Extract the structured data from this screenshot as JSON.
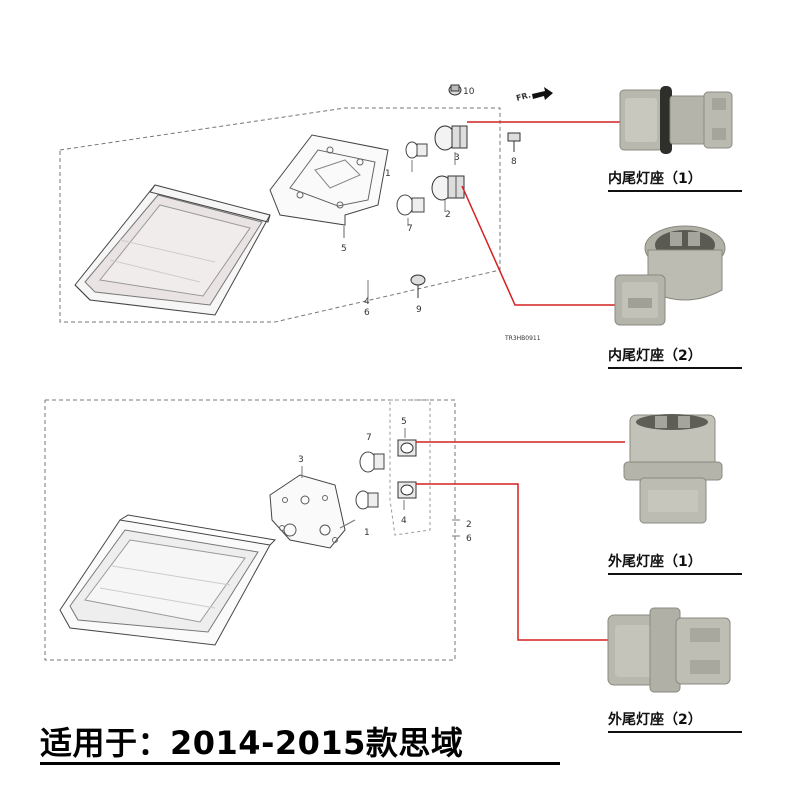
{
  "upper_diagram": {
    "part_numbers": [
      "10",
      "3",
      "8",
      "1",
      "2",
      "7",
      "5",
      "4",
      "6",
      "9"
    ],
    "fr_label": "FR.",
    "diagram_code": "TR3HB0911"
  },
  "lower_diagram": {
    "part_numbers": [
      "5",
      "7",
      "3",
      "4",
      "1",
      "2",
      "6"
    ]
  },
  "sockets": [
    {
      "label": "内尾灯座（1）"
    },
    {
      "label": "内尾灯座（2）"
    },
    {
      "label": "外尾灯座（1）"
    },
    {
      "label": "外尾灯座（2）"
    }
  ],
  "footer": {
    "text": "适用于：2014-2015款思域"
  },
  "colors": {
    "connector_line": "#d42020",
    "socket_gray": "#b8b8ae",
    "socket_dark": "#5a5a52",
    "diagram_line": "#555555"
  }
}
